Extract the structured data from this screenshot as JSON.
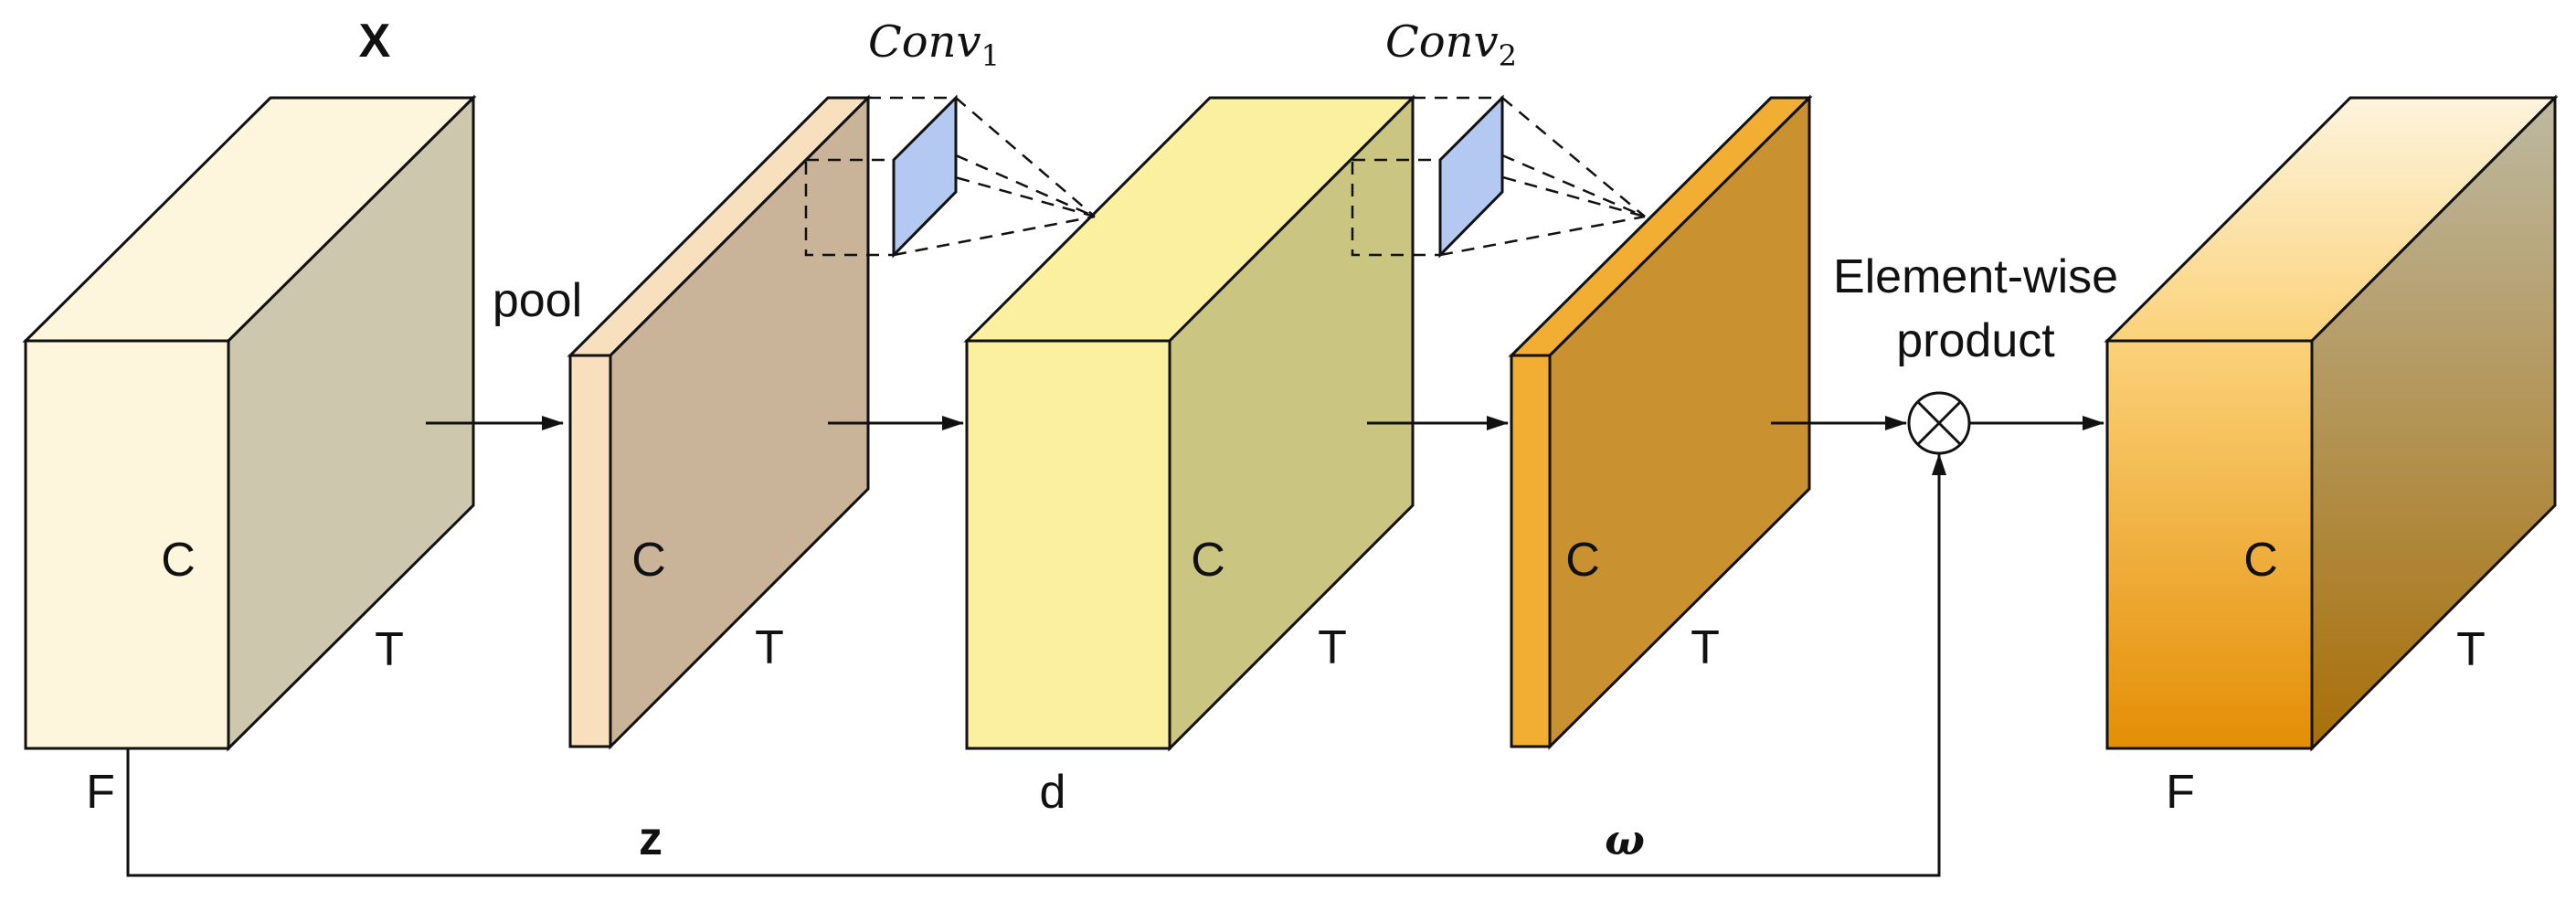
{
  "labels": {
    "input": "X",
    "pool": "pool",
    "conv1_base": "Conv",
    "conv1_sub": "1",
    "conv2_base": "Conv",
    "conv2_sub": "2",
    "product_line1": "Element-wise",
    "product_line2": "product",
    "channel": "C",
    "time": "T",
    "freq": "F",
    "hidden_dim": "d",
    "z": "z",
    "omega": "ω"
  },
  "colors": {
    "input_front": "#fdf6dc",
    "input_top": "#fdf6dc",
    "input_side": "#cdc7ae",
    "pooled_front": "#f8dfbd",
    "pooled_top": "#f8dfbd",
    "pooled_side": "#c9b49a",
    "hidden_front": "#fbf09f",
    "hidden_top": "#fbf09f",
    "hidden_side": "#cbc582",
    "weight_front": "#f2ae33",
    "weight_top": "#f2ae33",
    "weight_side": "#c99130",
    "output_front_top": "#fbd27a",
    "output_front_bottom": "#e48e05",
    "output_side_top": "#bdb9a2",
    "output_side_bottom": "#a86f08",
    "kernel": "#b3c9f2",
    "ink": "#111111"
  }
}
